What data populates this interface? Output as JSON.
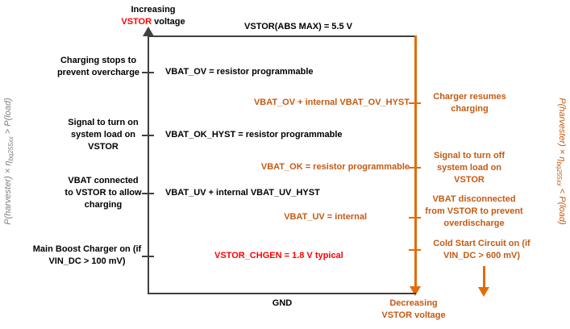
{
  "colors": {
    "axis": "#3f3f3f",
    "orange": "#e36c09",
    "orange-text": "#c55a11",
    "red": "#ff0000",
    "gray": "#7f7f7f"
  },
  "top": {
    "increasing_word": "Increasing",
    "increasing_vstor": "VSTOR",
    "increasing_voltage": " voltage",
    "abs_max": "VSTOR(ABS MAX) = 5.5 V"
  },
  "bottom": {
    "gnd": "GND",
    "decreasing_word": "Decreasing",
    "decreasing_voltage": "VSTOR voltage"
  },
  "side": {
    "left_pre": "P(harvester) × η",
    "left_sub": "bq255xx",
    "left_post": " > P(load)",
    "right_pre": "P(harvester) × η",
    "right_sub": "bq255xx",
    "right_post": " < P(load)"
  },
  "rising": {
    "levels": [
      "VBAT_OV = resistor programmable",
      "VBAT_OK_HYST = resistor programmable",
      "VBAT_UV + internal VBAT_UV_HYST",
      "VSTOR_CHGEN = 1.8 V typical"
    ],
    "annotations": [
      "Charging stops to prevent overcharge",
      "Signal to turn on system load on VSTOR",
      "VBAT connected to VSTOR to allow charging",
      "Main Boost Charger on (if VIN_DC > 100 mV)"
    ]
  },
  "falling": {
    "levels": [
      "VBAT_OV + internal VBAT_OV_HYST",
      "VBAT_OK = resistor programmable",
      "VBAT_UV = internal"
    ],
    "annotations": [
      "Charger resumes charging",
      "Signal to turn off system load on VSTOR",
      "VBAT disconnected from VSTOR to prevent overdischarge",
      "Cold Start Circuit on (if VIN_DC > 600 mV)"
    ]
  }
}
